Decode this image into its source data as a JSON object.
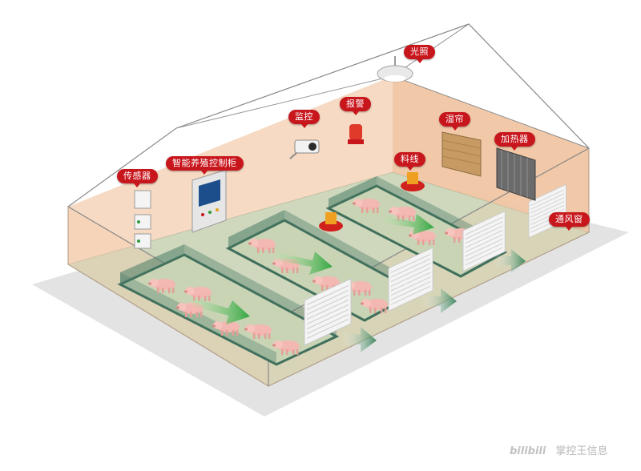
{
  "labels": {
    "lighting": "光照",
    "alarm": "报警",
    "monitoring": "监控",
    "wet_curtain": "湿帘",
    "heater": "加热器",
    "feed_line": "料线",
    "controller": "智能养殖控制柜",
    "sensor": "传感器",
    "ventilation_window": "通风窗"
  },
  "watermark": {
    "brand": "bilibili",
    "author": "掌控王信息"
  },
  "colors": {
    "label_bg": "#c8161d",
    "wall": "#f3c9a8",
    "floor": "#cfd8bd",
    "pen_border": "#3f6f5c",
    "arrow": "#2e9a3c",
    "pig": "#f3b8b1"
  }
}
